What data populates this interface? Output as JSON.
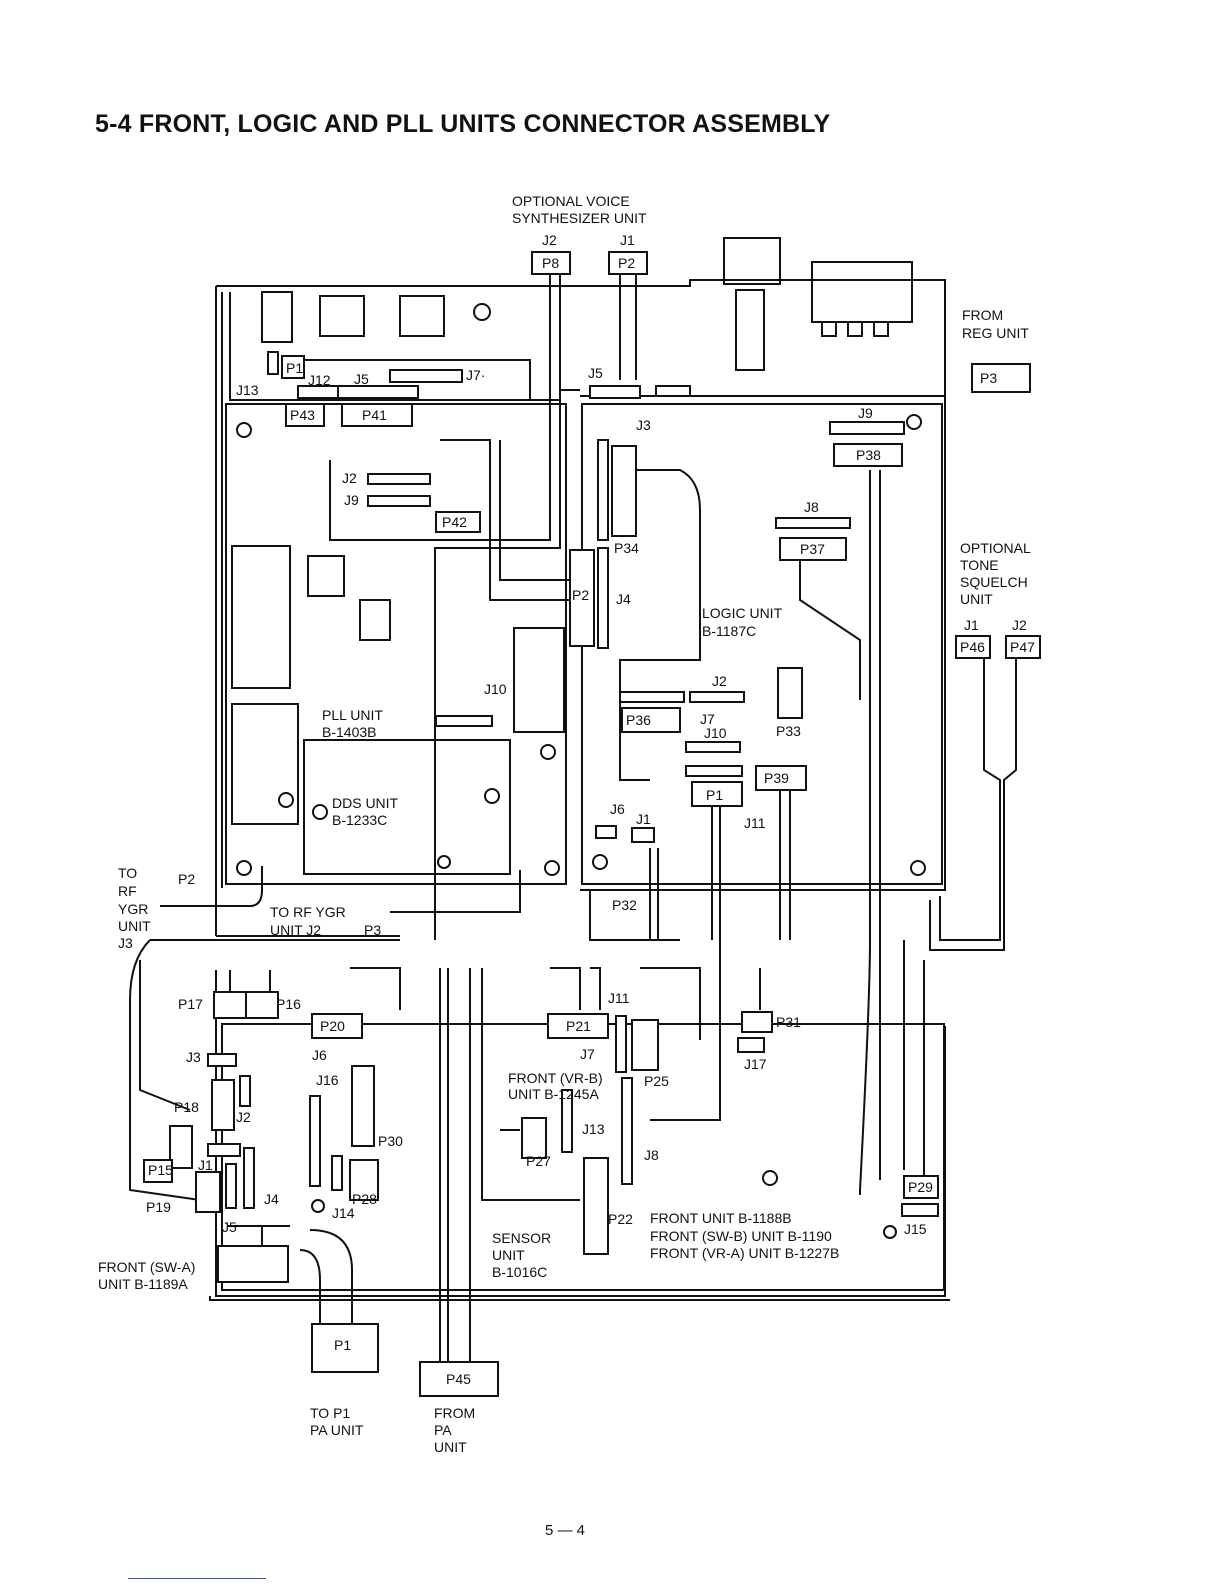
{
  "page": {
    "title": "5-4 FRONT, LOGIC AND PLL UNITS CONNECTOR ASSEMBLY",
    "page_number": "5 — 4"
  },
  "colors": {
    "ink": "#111111",
    "paper": "#ffffff",
    "footer_rule": "#3a50c8"
  },
  "labels": {
    "opt_voice_1": "OPTIONAL VOICE",
    "opt_voice_2": "SYNTHESIZER UNIT",
    "from_reg_1": "FROM",
    "from_reg_2": "REG UNIT",
    "logic_unit_1": "LOGIC UNIT",
    "logic_unit_2": "B-1187C",
    "pll_unit_1": "PLL UNIT",
    "pll_unit_2": "B-1403B",
    "dds_unit_1": "DDS UNIT",
    "dds_unit_2": "B-1233C",
    "opt_tone_1": "OPTIONAL",
    "opt_tone_2": "TONE",
    "opt_tone_3": "SQUELCH",
    "opt_tone_4": "UNIT",
    "to_rf_1": "TO",
    "to_rf_2": "RF",
    "to_rf_3": "YGR",
    "to_rf_4": "UNIT",
    "to_rf_5": "J3",
    "to_rf_ygr_1": "TO RF YGR",
    "to_rf_ygr_2": "UNIT J2",
    "front_vrb_1": "FRONT (VR-B)",
    "front_vrb_2": "UNIT B-1245A",
    "sensor_1": "SENSOR",
    "sensor_2": "UNIT",
    "sensor_3": "B-1016C",
    "front_units_1": "FRONT UNIT B-1188B",
    "front_units_2": "FRONT (SW-B) UNIT B-1190",
    "front_units_3": "FRONT (VR-A) UNIT B-1227B",
    "front_swa_1": "FRONT (SW-A)",
    "front_swa_2": "UNIT B-1189A",
    "to_p1_1": "TO P1",
    "to_p1_2": "PA UNIT",
    "from_pa_1": "FROM",
    "from_pa_2": "PA",
    "from_pa_3": "UNIT"
  },
  "connectors": {
    "P8": "P8",
    "P2": "P2",
    "P3": "P3",
    "P1": "P1",
    "P43": "P43",
    "P41": "P41",
    "P42": "P42",
    "P38": "P38",
    "P37": "P37",
    "P34": "P34",
    "P36": "P36",
    "P33": "P33",
    "P39": "P39",
    "P46": "P46",
    "P47": "P47",
    "P32": "P32",
    "P17": "P17",
    "P16": "P16",
    "P20": "P20",
    "P21": "P21",
    "P31": "P31",
    "P18": "P18",
    "P15": "P15",
    "P19": "P19",
    "P30": "P30",
    "P28": "P28",
    "P27": "P27",
    "P25": "P25",
    "P22": "P22",
    "P29": "P29",
    "P45": "P45",
    "J1": "J1",
    "J2": "J2",
    "J3": "J3",
    "J4": "J4",
    "J5": "J5",
    "J6": "J6",
    "J7": "J7",
    "J7_dot": "J7·",
    "J8": "J8",
    "J9": "J9",
    "J10": "J10",
    "J11": "J11",
    "J12": "J12",
    "J13": "J13",
    "J14": "J14",
    "J15": "J15",
    "J16": "J16",
    "J17": "J17"
  }
}
